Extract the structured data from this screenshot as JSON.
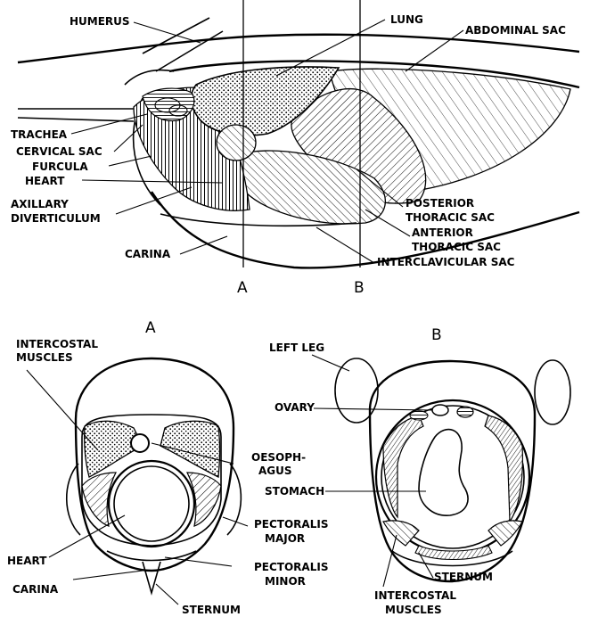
{
  "top_view": {
    "labels": {
      "humerus": "HUMERUS",
      "lung": "LUNG",
      "abdominal_sac": "ABDOMINAL SAC",
      "trachea": "TRACHEA",
      "cervical_sac": "CERVICAL SAC",
      "furcula": "FURCULA",
      "heart": "HEART",
      "axillary_1": "AXILLARY",
      "axillary_2": "DIVERTICULUM",
      "carina": "CARINA",
      "posterior_1": "POSTERIOR",
      "posterior_2": "THORACIC SAC",
      "anterior_1": "ANTERIOR",
      "anterior_2": "THORACIC SAC",
      "interclavicular": "INTERCLAVICULAR SAC",
      "section_a": "A",
      "section_b": "B"
    }
  },
  "section_a": {
    "title": "A",
    "labels": {
      "intercostal_1": "INTERCOSTAL",
      "intercostal_2": "MUSCLES",
      "oesoph_1": "OESOPH-",
      "oesoph_2": "AGUS",
      "pect_major_1": "PECTORALIS",
      "pect_major_2": "MAJOR",
      "heart": "HEART",
      "pect_minor_1": "PECTORALIS",
      "pect_minor_2": "MINOR",
      "carina": "CARINA",
      "sternum": "STERNUM"
    }
  },
  "section_b": {
    "title": "B",
    "labels": {
      "left_leg": "LEFT LEG",
      "ovary": "OVARY",
      "stomach": "STOMACH",
      "sternum": "STERNUM",
      "intercostal_1": "INTERCOSTAL",
      "intercostal_2": "MUSCLES"
    }
  }
}
